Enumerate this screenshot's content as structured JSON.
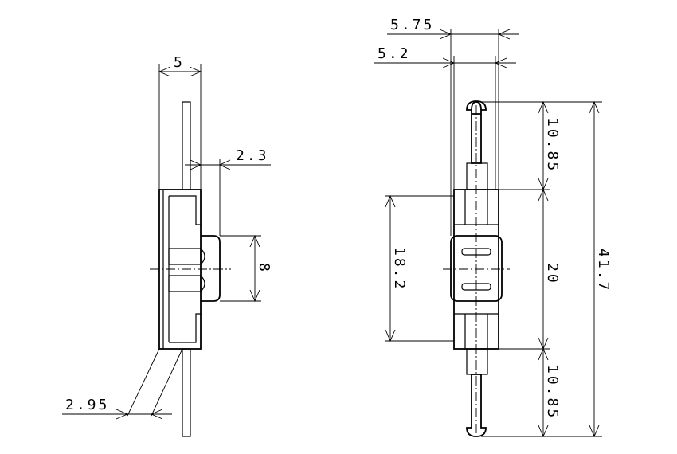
{
  "dimensions": {
    "side_width": "5",
    "side_step": "2.3",
    "side_slot": "8",
    "side_lead_offset": "2.95",
    "front_outer_width": "5.75",
    "front_inner_width": "5.2",
    "front_top_lead": "10.85",
    "front_body": "20",
    "front_total": "41.7",
    "front_slot_span": "18.2",
    "front_bottom_lead": "10.85"
  }
}
